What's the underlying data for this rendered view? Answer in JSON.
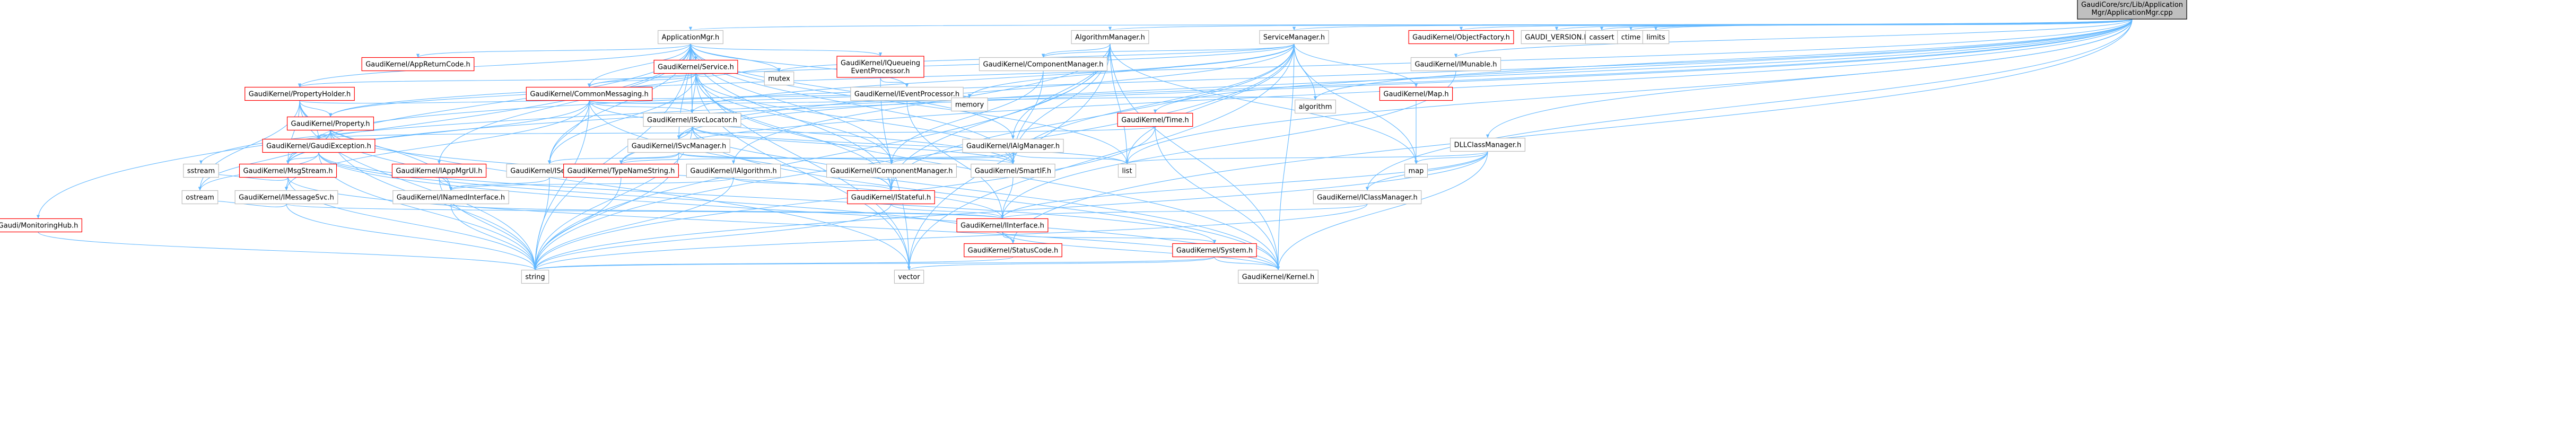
{
  "diagram": {
    "nodes": [
      {
        "id": "root",
        "lines": [
          "GaudiCore/src/Lib/Application",
          "Mgr/ApplicationMgr.cpp"
        ],
        "style": "root"
      },
      {
        "id": "appmgr",
        "lines": [
          "ApplicationMgr.h"
        ],
        "style": "black"
      },
      {
        "id": "algmgr",
        "lines": [
          "AlgorithmManager.h"
        ],
        "style": "black"
      },
      {
        "id": "svcmgr",
        "lines": [
          "ServiceManager.h"
        ],
        "style": "black"
      },
      {
        "id": "objfactory",
        "lines": [
          "GaudiKernel/ObjectFactory.h"
        ],
        "style": "red"
      },
      {
        "id": "gaudiversion",
        "lines": [
          "GAUDI_VERSION.h"
        ],
        "style": "black"
      },
      {
        "id": "cassert",
        "lines": [
          "cassert"
        ],
        "style": "plain"
      },
      {
        "id": "ctime",
        "lines": [
          "ctime"
        ],
        "style": "plain"
      },
      {
        "id": "limits",
        "lines": [
          "limits"
        ],
        "style": "plain"
      },
      {
        "id": "appreturn",
        "lines": [
          "GaudiKernel/AppReturnCode.h"
        ],
        "style": "red"
      },
      {
        "id": "service",
        "lines": [
          "GaudiKernel/Service.h"
        ],
        "style": "red"
      },
      {
        "id": "iqueueing",
        "lines": [
          "GaudiKernel/IQueueing",
          "EventProcessor.h"
        ],
        "style": "red"
      },
      {
        "id": "compmgr",
        "lines": [
          "GaudiKernel/ComponentManager.h"
        ],
        "style": "black"
      },
      {
        "id": "propholder",
        "lines": [
          "GaudiKernel/PropertyHolder.h"
        ],
        "style": "red"
      },
      {
        "id": "commonmsg",
        "lines": [
          "GaudiKernel/CommonMessaging.h"
        ],
        "style": "red"
      },
      {
        "id": "mutex",
        "lines": [
          "mutex"
        ],
        "style": "plain"
      },
      {
        "id": "ieventproc",
        "lines": [
          "GaudiKernel/IEventProcessor.h"
        ],
        "style": "black"
      },
      {
        "id": "imunable",
        "lines": [
          "GaudiKernel/IMunable.h"
        ],
        "style": "black"
      },
      {
        "id": "memory",
        "lines": [
          "memory"
        ],
        "style": "plain"
      },
      {
        "id": "algorithm",
        "lines": [
          "algorithm"
        ],
        "style": "plain"
      },
      {
        "id": "imap",
        "lines": [
          "GaudiKernel/Map.h"
        ],
        "style": "red"
      },
      {
        "id": "property",
        "lines": [
          "GaudiKernel/Property.h"
        ],
        "style": "red"
      },
      {
        "id": "isvclocator",
        "lines": [
          "GaudiKernel/ISvcLocator.h"
        ],
        "style": "black"
      },
      {
        "id": "time",
        "lines": [
          "GaudiKernel/Time.h"
        ],
        "style": "red"
      },
      {
        "id": "dllclassmgr",
        "lines": [
          "DLLClassManager.h"
        ],
        "style": "black"
      },
      {
        "id": "gaudiexc",
        "lines": [
          "GaudiKernel/GaudiException.h"
        ],
        "style": "red"
      },
      {
        "id": "isvcmanager",
        "lines": [
          "GaudiKernel/ISvcManager.h"
        ],
        "style": "black"
      },
      {
        "id": "ialgmanager",
        "lines": [
          "GaudiKernel/IAlgManager.h"
        ],
        "style": "black"
      },
      {
        "id": "list",
        "lines": [
          "list"
        ],
        "style": "plain"
      },
      {
        "id": "map",
        "lines": [
          "map"
        ],
        "style": "plain"
      },
      {
        "id": "smartif",
        "lines": [
          "GaudiKernel/SmartIF.h"
        ],
        "style": "black"
      },
      {
        "id": "icompmgr",
        "lines": [
          "GaudiKernel/IComponentManager.h"
        ],
        "style": "black"
      },
      {
        "id": "msgstream",
        "lines": [
          "GaudiKernel/MsgStream.h"
        ],
        "style": "red"
      },
      {
        "id": "iappmgrui",
        "lines": [
          "GaudiKernel/IAppMgrUI.h"
        ],
        "style": "red"
      },
      {
        "id": "iservice",
        "lines": [
          "GaudiKernel/IService.h"
        ],
        "style": "black"
      },
      {
        "id": "typename",
        "lines": [
          "GaudiKernel/TypeNameString.h"
        ],
        "style": "red"
      },
      {
        "id": "ialgorithm",
        "lines": [
          "GaudiKernel/IAlgorithm.h"
        ],
        "style": "black"
      },
      {
        "id": "sstream",
        "lines": [
          "sstream"
        ],
        "style": "plain"
      },
      {
        "id": "messagesvc",
        "lines": [
          "GaudiKernel/IMessageSvc.h"
        ],
        "style": "black"
      },
      {
        "id": "inamed",
        "lines": [
          "GaudiKernel/INamedInterface.h"
        ],
        "style": "black"
      },
      {
        "id": "istateful",
        "lines": [
          "GaudiKernel/IStateful.h"
        ],
        "style": "red"
      },
      {
        "id": "iclassmgr",
        "lines": [
          "GaudiKernel/IClassManager.h"
        ],
        "style": "black"
      },
      {
        "id": "monitoring",
        "lines": [
          "Gaudi/MonitoringHub.h"
        ],
        "style": "red"
      },
      {
        "id": "ostream",
        "lines": [
          "ostream"
        ],
        "style": "plain"
      },
      {
        "id": "iinterface",
        "lines": [
          "GaudiKernel/IInterface.h"
        ],
        "style": "red"
      },
      {
        "id": "statuscode",
        "lines": [
          "GaudiKernel/StatusCode.h"
        ],
        "style": "red"
      },
      {
        "id": "system",
        "lines": [
          "GaudiKernel/System.h"
        ],
        "style": "red"
      },
      {
        "id": "string",
        "lines": [
          "string"
        ],
        "style": "plain"
      },
      {
        "id": "vector",
        "lines": [
          "vector"
        ],
        "style": "plain"
      },
      {
        "id": "kernel",
        "lines": [
          "GaudiKernel/Kernel.h"
        ],
        "style": "black"
      }
    ],
    "edges": [
      [
        "root",
        "appmgr"
      ],
      [
        "root",
        "algmgr"
      ],
      [
        "root",
        "svcmgr"
      ],
      [
        "root",
        "objfactory"
      ],
      [
        "root",
        "gaudiversion"
      ],
      [
        "root",
        "cassert"
      ],
      [
        "root",
        "ctime"
      ],
      [
        "root",
        "limits"
      ],
      [
        "root",
        "time"
      ],
      [
        "root",
        "dllclassmgr"
      ],
      [
        "root",
        "imunable"
      ],
      [
        "root",
        "algorithm"
      ],
      [
        "root",
        "statuscode"
      ],
      [
        "root",
        "iclassmgr"
      ],
      [
        "root",
        "list"
      ],
      [
        "root",
        "sstream"
      ],
      [
        "root",
        "msgstream"
      ],
      [
        "root",
        "gaudiexc"
      ],
      [
        "root",
        "typename"
      ],
      [
        "root",
        "property"
      ],
      [
        "root",
        "isvcmanager"
      ],
      [
        "appmgr",
        "appreturn"
      ],
      [
        "appmgr",
        "service"
      ],
      [
        "appmgr",
        "iqueueing"
      ],
      [
        "appmgr",
        "propholder"
      ],
      [
        "appmgr",
        "commonmsg"
      ],
      [
        "appmgr",
        "isvclocator"
      ],
      [
        "appmgr",
        "isvcmanager"
      ],
      [
        "appmgr",
        "ialgmanager"
      ],
      [
        "appmgr",
        "iappmgrui"
      ],
      [
        "appmgr",
        "iservice"
      ],
      [
        "appmgr",
        "monitoring"
      ],
      [
        "appmgr",
        "msgstream"
      ],
      [
        "appmgr",
        "smartif"
      ],
      [
        "appmgr",
        "icompmgr"
      ],
      [
        "appmgr",
        "istateful"
      ],
      [
        "appmgr",
        "string"
      ],
      [
        "appmgr",
        "vector"
      ],
      [
        "appmgr",
        "list"
      ],
      [
        "appmgr",
        "ieventproc"
      ],
      [
        "appmgr",
        "mutex"
      ],
      [
        "algmgr",
        "compmgr"
      ],
      [
        "algmgr",
        "ialgmanager"
      ],
      [
        "algmgr",
        "smartif"
      ],
      [
        "algmgr",
        "istateful"
      ],
      [
        "algmgr",
        "list"
      ],
      [
        "algmgr",
        "map"
      ],
      [
        "algmgr",
        "string"
      ],
      [
        "algmgr",
        "vector"
      ],
      [
        "algmgr",
        "kernel"
      ],
      [
        "algmgr",
        "ialgorithm"
      ],
      [
        "svcmgr",
        "compmgr"
      ],
      [
        "svcmgr",
        "isvcmanager"
      ],
      [
        "svcmgr",
        "imap"
      ],
      [
        "svcmgr",
        "memory"
      ],
      [
        "svcmgr",
        "algorithm"
      ],
      [
        "svcmgr",
        "list"
      ],
      [
        "svcmgr",
        "map"
      ],
      [
        "svcmgr",
        "smartif"
      ],
      [
        "svcmgr",
        "string"
      ],
      [
        "svcmgr",
        "vector"
      ],
      [
        "svcmgr",
        "kernel"
      ],
      [
        "svcmgr",
        "istateful"
      ],
      [
        "svcmgr",
        "mutex"
      ],
      [
        "svcmgr",
        "commonmsg"
      ],
      [
        "svcmgr",
        "isvclocator"
      ],
      [
        "service",
        "propholder"
      ],
      [
        "service",
        "commonmsg"
      ],
      [
        "service",
        "isvclocator"
      ],
      [
        "service",
        "iservice"
      ],
      [
        "service",
        "smartif"
      ],
      [
        "service",
        "istateful"
      ],
      [
        "service",
        "mutex"
      ],
      [
        "service",
        "vector"
      ],
      [
        "service",
        "kernel"
      ],
      [
        "service",
        "property"
      ],
      [
        "service",
        "icompmgr"
      ],
      [
        "iqueueing",
        "ieventproc"
      ],
      [
        "iqueueing",
        "vector"
      ],
      [
        "compmgr",
        "icompmgr"
      ],
      [
        "compmgr",
        "smartif"
      ],
      [
        "propholder",
        "property"
      ],
      [
        "propholder",
        "gaudiexc"
      ],
      [
        "propholder",
        "msgstream"
      ],
      [
        "propholder",
        "memory"
      ],
      [
        "propholder",
        "string"
      ],
      [
        "propholder",
        "vector"
      ],
      [
        "propholder",
        "ostream"
      ],
      [
        "propholder",
        "inamed"
      ],
      [
        "commonmsg",
        "messagesvc"
      ],
      [
        "commonmsg",
        "msgstream"
      ],
      [
        "commonmsg",
        "smartif"
      ],
      [
        "commonmsg",
        "iservice"
      ],
      [
        "commonmsg",
        "isvclocator"
      ],
      [
        "commonmsg",
        "kernel"
      ],
      [
        "commonmsg",
        "memory"
      ],
      [
        "commonmsg",
        "algorithm"
      ],
      [
        "commonmsg",
        "string"
      ],
      [
        "ieventproc",
        "iinterface"
      ],
      [
        "imunable",
        "iinterface"
      ],
      [
        "imap",
        "map"
      ],
      [
        "property",
        "gaudiexc"
      ],
      [
        "property",
        "msgstream"
      ],
      [
        "property",
        "string"
      ],
      [
        "property",
        "inamed"
      ],
      [
        "property",
        "iinterface"
      ],
      [
        "property",
        "ostream"
      ],
      [
        "isvclocator",
        "isvcmanager"
      ],
      [
        "isvclocator",
        "smartif"
      ],
      [
        "isvclocator",
        "typename"
      ],
      [
        "isvclocator",
        "istateful"
      ],
      [
        "isvclocator",
        "list"
      ],
      [
        "isvclocator",
        "string"
      ],
      [
        "isvclocator",
        "kernel"
      ],
      [
        "time",
        "gaudiexc"
      ],
      [
        "time",
        "kernel"
      ],
      [
        "time",
        "string"
      ],
      [
        "dllclassmgr",
        "iclassmgr"
      ],
      [
        "dllclassmgr",
        "list"
      ],
      [
        "dllclassmgr",
        "map"
      ],
      [
        "dllclassmgr",
        "kernel"
      ],
      [
        "dllclassmgr",
        "string"
      ],
      [
        "dllclassmgr",
        "iinterface"
      ],
      [
        "gaudiexc",
        "msgstream"
      ],
      [
        "gaudiexc",
        "statuscode"
      ],
      [
        "gaudiexc",
        "system"
      ],
      [
        "gaudiexc",
        "string"
      ],
      [
        "gaudiexc",
        "ostream"
      ],
      [
        "gaudiexc",
        "kernel"
      ],
      [
        "isvcmanager",
        "icompmgr"
      ],
      [
        "isvcmanager",
        "typename"
      ],
      [
        "isvcmanager",
        "iservice"
      ],
      [
        "isvcmanager",
        "smartif"
      ],
      [
        "isvcmanager",
        "string"
      ],
      [
        "ialgmanager",
        "icompmgr"
      ],
      [
        "ialgmanager",
        "smartif"
      ],
      [
        "ialgmanager",
        "typename"
      ],
      [
        "ialgmanager",
        "list"
      ],
      [
        "smartif",
        "iinterface"
      ],
      [
        "icompmgr",
        "istateful"
      ],
      [
        "msgstream",
        "messagesvc"
      ],
      [
        "msgstream",
        "sstream"
      ],
      [
        "msgstream",
        "string"
      ],
      [
        "msgstream",
        "kernel"
      ],
      [
        "iappmgrui",
        "inamed"
      ],
      [
        "iappmgrui",
        "string"
      ],
      [
        "iservice",
        "inamed"
      ],
      [
        "iservice",
        "string"
      ],
      [
        "typename",
        "string"
      ],
      [
        "ialgorithm",
        "inamed"
      ],
      [
        "ialgorithm",
        "istateful"
      ],
      [
        "ialgorithm",
        "string"
      ],
      [
        "messagesvc",
        "iinterface"
      ],
      [
        "messagesvc",
        "ostream"
      ],
      [
        "messagesvc",
        "string"
      ],
      [
        "inamed",
        "iinterface"
      ],
      [
        "inamed",
        "string"
      ],
      [
        "istateful",
        "iinterface"
      ],
      [
        "istateful",
        "string"
      ],
      [
        "iclassmgr",
        "iinterface"
      ],
      [
        "iclassmgr",
        "string"
      ],
      [
        "monitoring",
        "string"
      ],
      [
        "iinterface",
        "statuscode"
      ],
      [
        "iinterface",
        "system"
      ],
      [
        "iinterface",
        "kernel"
      ],
      [
        "statuscode",
        "string"
      ],
      [
        "system",
        "kernel"
      ],
      [
        "system",
        "string"
      ],
      [
        "system",
        "vector"
      ]
    ]
  }
}
